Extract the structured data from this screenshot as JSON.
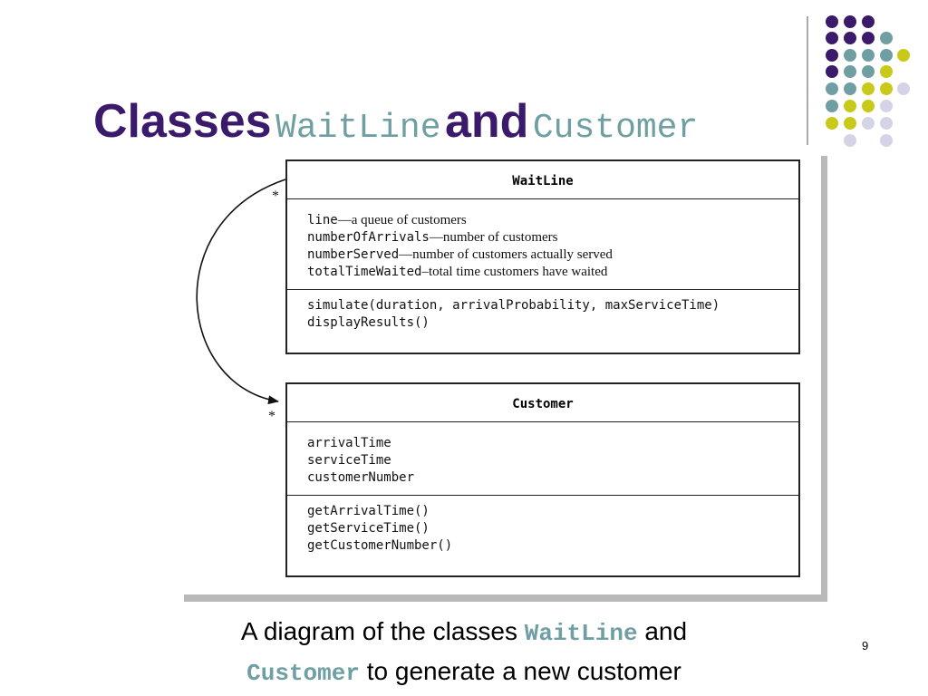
{
  "title": {
    "part1": "Classes",
    "part2": "WaitLine",
    "part3": "and",
    "part4": "Customer"
  },
  "decoration": {
    "colors": {
      "purple": "#3b1a6b",
      "teal": "#6f9fa3",
      "yellow": "#c9c91a",
      "lavender": "#d4d4e6"
    }
  },
  "diagram": {
    "waitline": {
      "name": "WaitLine",
      "attributes": [
        {
          "name": "line",
          "desc": "—a queue of customers"
        },
        {
          "name": "numberOfArrivals",
          "desc": "—number of customers"
        },
        {
          "name": "numberServed",
          "desc": "—number of customers actually served"
        },
        {
          "name": "totalTimeWaited",
          "desc": "–total time customers have waited"
        }
      ],
      "methods": [
        "simulate(duration, arrivalProbability, maxServiceTime)",
        "displayResults()"
      ]
    },
    "customer": {
      "name": "Customer",
      "attributes": [
        "arrivalTime",
        "serviceTime",
        "customerNumber"
      ],
      "methods": [
        "getArrivalTime()",
        "getServiceTime()",
        "getCustomerNumber()"
      ]
    },
    "multiplicity_top": "*",
    "multiplicity_bottom": "*"
  },
  "caption": {
    "t1": "A diagram of the classes ",
    "c1": "WaitLine",
    "t2": " and",
    "c2": "Customer",
    "t3": " to generate a new customer"
  },
  "page_number": "9"
}
